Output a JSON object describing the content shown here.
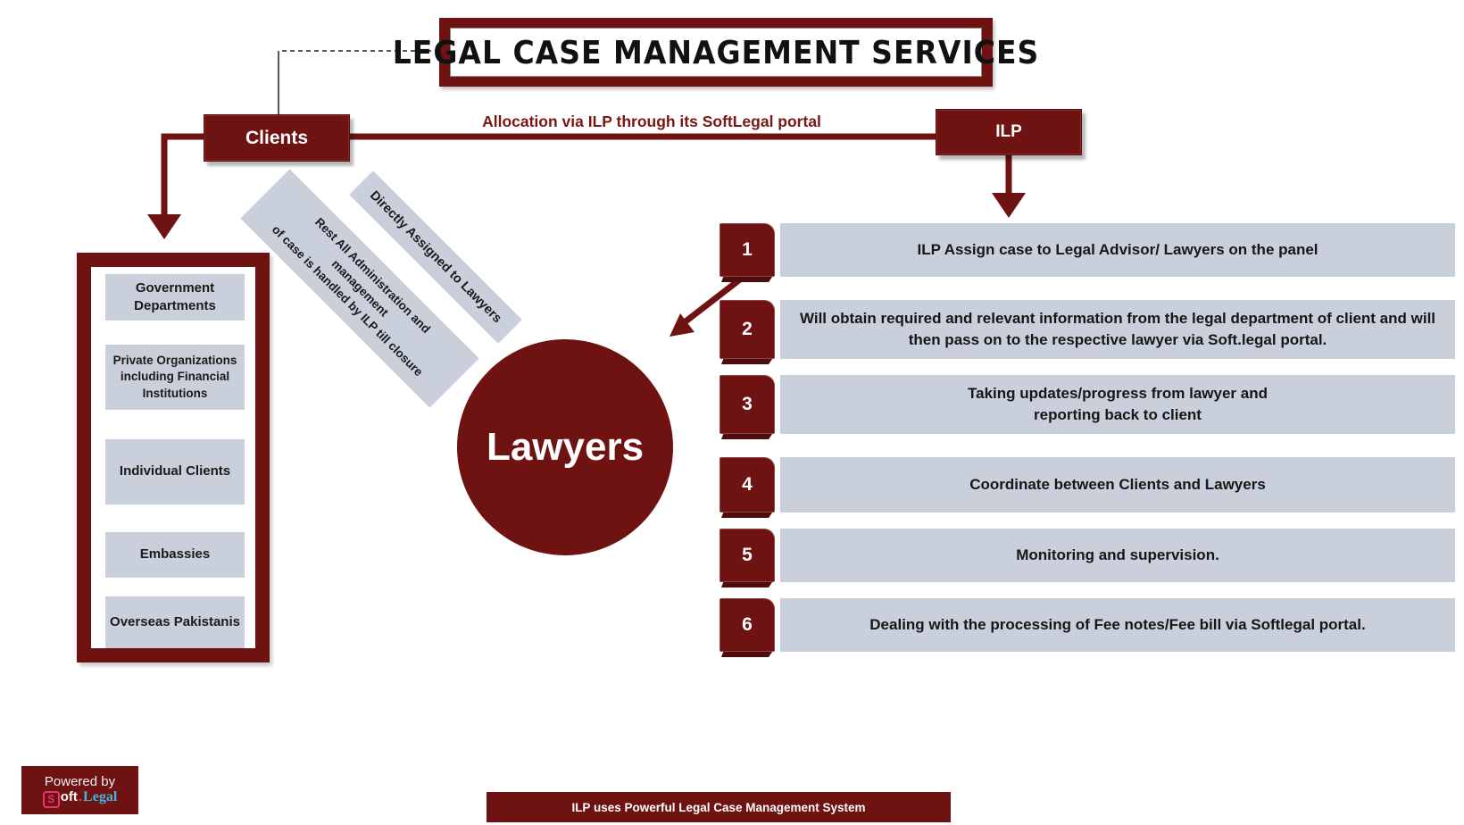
{
  "colors": {
    "maroon": "#6e1212",
    "maroon_dark": "#4e0c0c",
    "panel_gray": "#c9d0db",
    "text_dark": "#161616",
    "white": "#ffffff",
    "logo_pink": "#e8356f",
    "logo_cyan": "#41b6e0"
  },
  "title": "LEGAL CASE MANAGEMENT SERVICES",
  "nodes": {
    "clients": "Clients",
    "ilp": "ILP",
    "lawyers": "Lawyers"
  },
  "allocation_label": "Allocation via ILP through its SoftLegal portal",
  "client_types": [
    "Government Departments",
    "Private Organizations including Financial Institutions",
    "Individual Clients",
    "Embassies",
    "Overseas Pakistanis"
  ],
  "ribbons": {
    "direct": "Directly Assigned to Lawyers",
    "rest": "Rest All Administration and\nmanagement\nof case is handled by ILP till closure"
  },
  "steps": [
    {
      "num": "1",
      "text": "ILP Assign case to Legal Advisor/ Lawyers on the panel"
    },
    {
      "num": "2",
      "text": "Will obtain required and relevant information from the legal department of client and will then pass on to the respective lawyer via Soft.legal portal."
    },
    {
      "num": "3",
      "text": "Taking updates/progress from lawyer and\nreporting back to client"
    },
    {
      "num": "4",
      "text": "Coordinate between Clients and Lawyers"
    },
    {
      "num": "5",
      "text": "Monitoring and supervision."
    },
    {
      "num": "6",
      "text": "Dealing with the processing of Fee notes/Fee bill via Softlegal portal."
    }
  ],
  "footer": {
    "powered_by": "Powered by",
    "logo_s": "S",
    "logo_oft": "oft",
    "logo_dot": ".",
    "logo_legal": "Legal",
    "banner": "ILP uses Powerful Legal Case Management System"
  }
}
